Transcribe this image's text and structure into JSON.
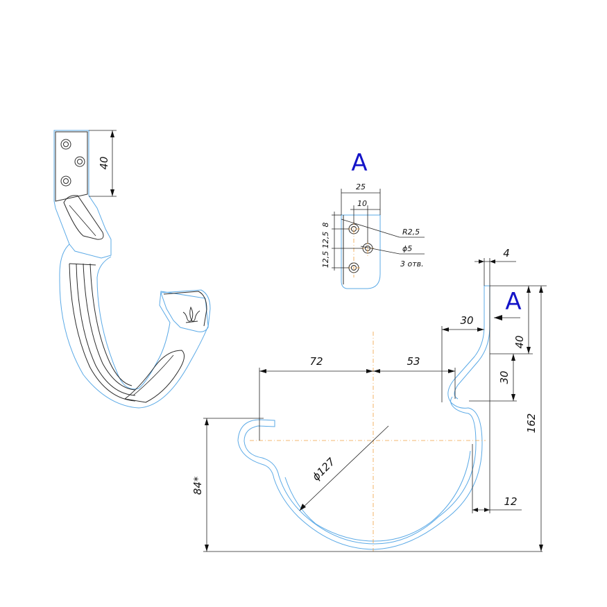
{
  "view_label": "A",
  "view_label_arrow": "A",
  "dims": {
    "d40_iso": "40",
    "d25": "25",
    "d10": "10",
    "d8": "8",
    "d12_5a": "12,5",
    "d12_5b": "12,5",
    "r2_5": "R2,5",
    "phi5": "ϕ5",
    "holes": "3 отв.",
    "d4": "4",
    "d30_top": "30",
    "d40_right": "40",
    "d30_right": "30",
    "d72": "72",
    "d53": "53",
    "phi127": "ϕ127",
    "d162": "162",
    "d84": "84*",
    "d12": "12"
  },
  "colors": {
    "outline": "#5aa9e6",
    "view_label": "#1414c8",
    "axis": "#f0a040"
  }
}
